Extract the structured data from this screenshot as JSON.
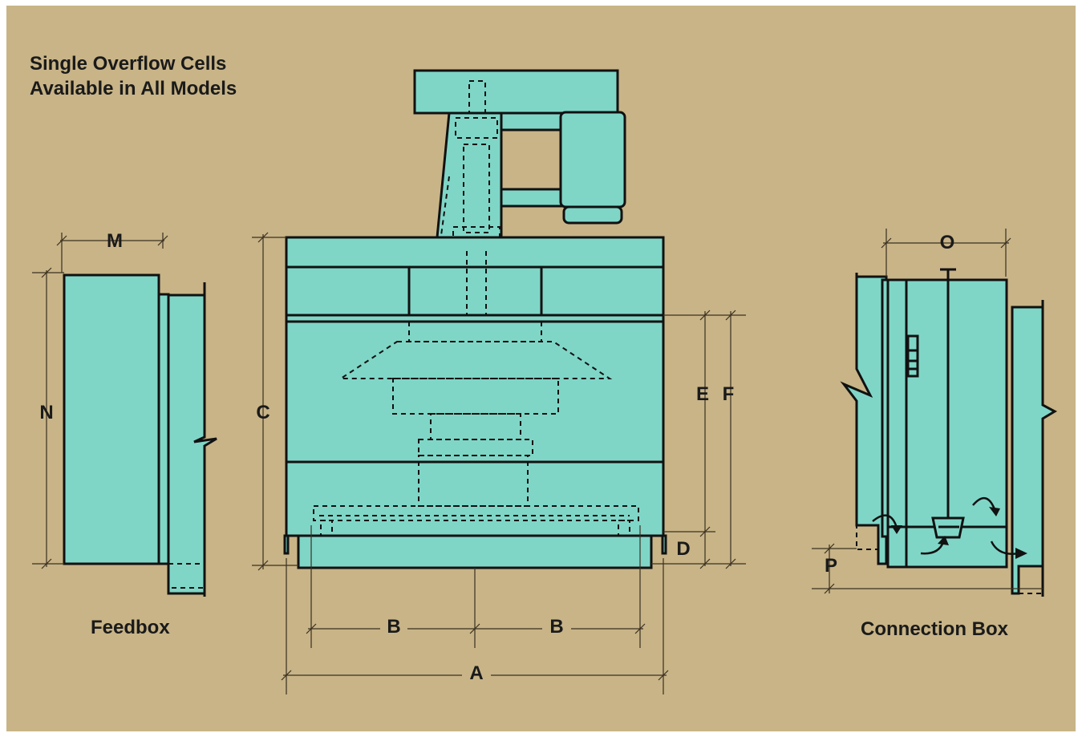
{
  "title": {
    "line1": "Single Overflow Cells",
    "line2": "Available in All Models"
  },
  "captions": {
    "feedbox": "Feedbox",
    "connection_box": "Connection Box"
  },
  "dimensions": {
    "A": "A",
    "B_left": "B",
    "B_right": "B",
    "C": "C",
    "D": "D",
    "E": "E",
    "F": "F",
    "M": "M",
    "N": "N",
    "O": "O",
    "P": "P"
  },
  "colors": {
    "background": "#c8b487",
    "fill": "#7fd6c7",
    "line": "#111111"
  }
}
